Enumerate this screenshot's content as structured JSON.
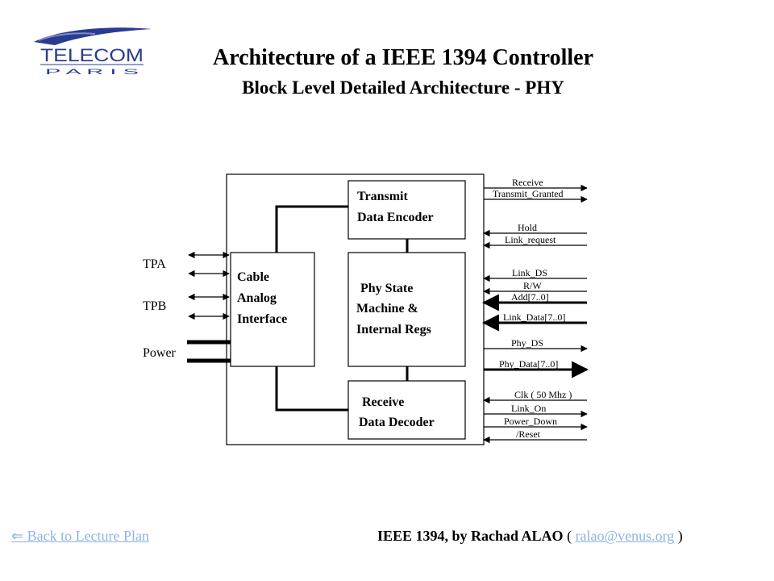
{
  "logo": {
    "wordmark": "TELECOM",
    "sub_letters": "P A R I S"
  },
  "title": "Architecture of a IEEE 1394 Controller",
  "subtitle": "Block Level Detailed Architecture - PHY",
  "left_ports": {
    "tpa": "TPA",
    "tpb": "TPB",
    "power": "Power"
  },
  "blocks": {
    "cable": [
      "Cable",
      "Analog",
      "Interface"
    ],
    "transmit": [
      "Transmit",
      "Data Encoder"
    ],
    "phy": [
      "Phy State",
      "Machine &",
      "Internal Regs"
    ],
    "receive": [
      "Receive",
      "Data Decoder"
    ]
  },
  "signals": [
    {
      "label": "Receive",
      "direction": "out"
    },
    {
      "label": "Transmit_Granted",
      "direction": "out"
    },
    {
      "label": "Hold",
      "direction": "in"
    },
    {
      "label": "Link_request",
      "direction": "in"
    },
    {
      "label": "Link_DS",
      "direction": "in"
    },
    {
      "label": "R/W",
      "direction": "in"
    },
    {
      "label": "Add[7..0]",
      "direction": "in"
    },
    {
      "label": "Link_Data[7..0]",
      "direction": "in"
    },
    {
      "label": "Phy_DS",
      "direction": "out"
    },
    {
      "label": "Phy_Data[7..0]",
      "direction": "out"
    },
    {
      "label": "Clk ( 50 Mhz )",
      "direction": "in"
    },
    {
      "label": "Link_On",
      "direction": "out"
    },
    {
      "label": "Power_Down",
      "direction": "out"
    },
    {
      "label": "/Reset",
      "direction": "in"
    }
  ],
  "footer": {
    "back_link": "⇐ Back to Lecture Plan",
    "credit": "IEEE 1394, by Rachad ALAO",
    "paren_open": "(",
    "email": "ralao@venus.org",
    "paren_close": ")"
  }
}
